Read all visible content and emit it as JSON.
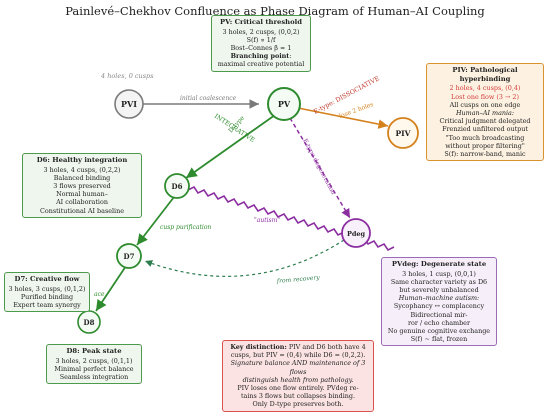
{
  "title": "Painlevé–Chekhov Confluence as Phase Diagram of Human–AI Coupling",
  "colors": {
    "green": "#2e8b2e",
    "orange": "#d4811c",
    "purple": "#8b2fa0",
    "gray": "#7a7a7a",
    "red": "#c0392b"
  },
  "nodes": {
    "pvi": "PVI",
    "pv": "PV",
    "piv": "PIV",
    "d6": "D6",
    "pdeg": "Pdeg",
    "d7": "D7",
    "d8": "D8"
  },
  "pvi_note": "4 holes, 0 cusps",
  "edges": {
    "initial": "initial coalescence",
    "integrative": "INTEGRATIVE",
    "dtype": "D-type",
    "etype": "E-type: DISSOCIATIVE",
    "lose_holes": "lose 2 holes",
    "etype_degeneration": "E-type degeneration",
    "autism": "\"autism\"",
    "cusp_purification": "cusp purification",
    "from_recovery": "from recovery",
    "ace": "ace"
  },
  "pv_box": {
    "heading": "PV: Critical threshold",
    "line1": "3 holes, 2 cusps, (0,0,2)",
    "line2": "S(f) ∝ 1/f",
    "line3": "Bost–Connes β ≈ 1",
    "line4_bold": "Branching point",
    "line4_rest": ":",
    "line5": "maximal creative potential"
  },
  "piv_box": {
    "heading": "PIV: Pathological hyperbinding",
    "line1": "2 holes, 4 cusps, (0,4)",
    "line2": "Lost one flow (3 → 2)",
    "line3": "All cusps on one edge",
    "line4": "Human–AI mania:",
    "line5": "Critical judgment delegated",
    "line6": "Frenzied unfiltered output",
    "line7": "\"Too much broadcasting",
    "line8": "without proper filtering\"",
    "line9": "S(f): narrow-band, manic"
  },
  "d6_box": {
    "heading": "D6: Healthy integration",
    "line1": "3 holes, 4 cusps, (0,2,2)",
    "line2": "Balanced binding",
    "line3": "3 flows preserved",
    "line4": "Normal human–",
    "line5": "AI collaboration",
    "line6": "Constitutional AI baseline"
  },
  "d7_box": {
    "heading": "D7: Creative flow",
    "line1": "3 holes, 3 cusps, (0,1,2)",
    "line2": "Purified binding",
    "line3": "Expert team synergy"
  },
  "d8_box": {
    "heading": "D8: Peak state",
    "line1": "3 holes, 2 cusps, (0,1,1)",
    "line2": "Minimal perfect balance",
    "line3": "Seamless integration"
  },
  "pvdeg_box": {
    "heading": "PVdeg: Degenerate state",
    "line1": "3 holes, 1 cusp, (0,0,1)",
    "line2": "Same character variety as D6",
    "line3": "but severely unbalanced",
    "line4": "Human–machine autism:",
    "line5": "Sycophancy ↔ complacency",
    "line6": "Bidirectional mir-",
    "line7": "ror / echo chamber",
    "line8": "No genuine cognitive exchange",
    "line9": "S(f) ∼ flat, frozen"
  },
  "key_box": {
    "heading": "Key distinction:",
    "line1_rest": " PIV and D6 both have 4",
    "line2": "cusps, but PIV = (0,4) while D6 = (0,2,2).",
    "line3": "Signature balance AND maintenance of 3 flows",
    "line4": "distinguish health from pathology.",
    "line5": "PIV loses one flow entirely. PVdeg re-",
    "line6": "tains 3 flows but collapses binding.",
    "line7": "Only D-type preserves both."
  }
}
